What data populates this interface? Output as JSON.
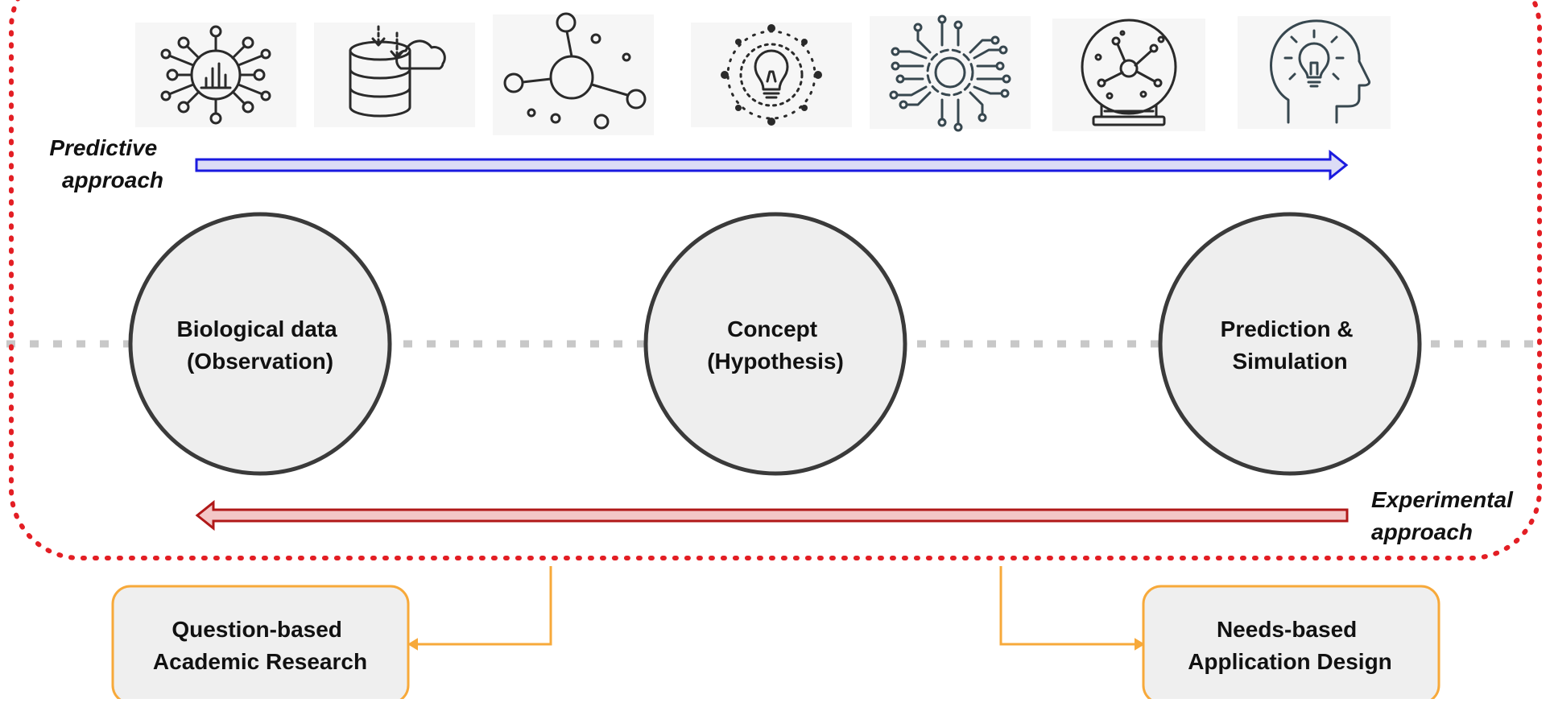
{
  "colors": {
    "frame": "#e31e24",
    "predictive_arrow_stroke": "#1a1adf",
    "predictive_arrow_fill": "#dcdcf6",
    "experimental_arrow_stroke": "#b01818",
    "experimental_arrow_fill": "#f3c7c7",
    "circle_fill": "#eeeeee",
    "circle_stroke": "#3a3a3a",
    "divider": "#c8c8c8",
    "box_stroke": "#f7a93a",
    "box_fill": "#efefef"
  },
  "icons": [
    "data-analytics-network-icon",
    "database-cloud-download-icon",
    "network-nodes-icon",
    "lightbulb-idea-icon",
    "gear-circuit-icon",
    "crystal-ball-network-icon",
    "head-lightbulb-icon"
  ],
  "approaches": {
    "predictive": [
      "Predictive",
      "approach"
    ],
    "experimental": [
      "Experimental",
      "approach"
    ]
  },
  "nodes": [
    {
      "id": "observation",
      "lines": [
        "Biological data",
        "(Observation)"
      ]
    },
    {
      "id": "hypothesis",
      "lines": [
        "Concept",
        "(Hypothesis)"
      ]
    },
    {
      "id": "prediction",
      "lines": [
        "Prediction &",
        "Simulation"
      ]
    }
  ],
  "outcomes": {
    "academic": [
      "Question-based",
      "Academic Research"
    ],
    "application": [
      "Needs-based",
      "Application Design"
    ]
  }
}
